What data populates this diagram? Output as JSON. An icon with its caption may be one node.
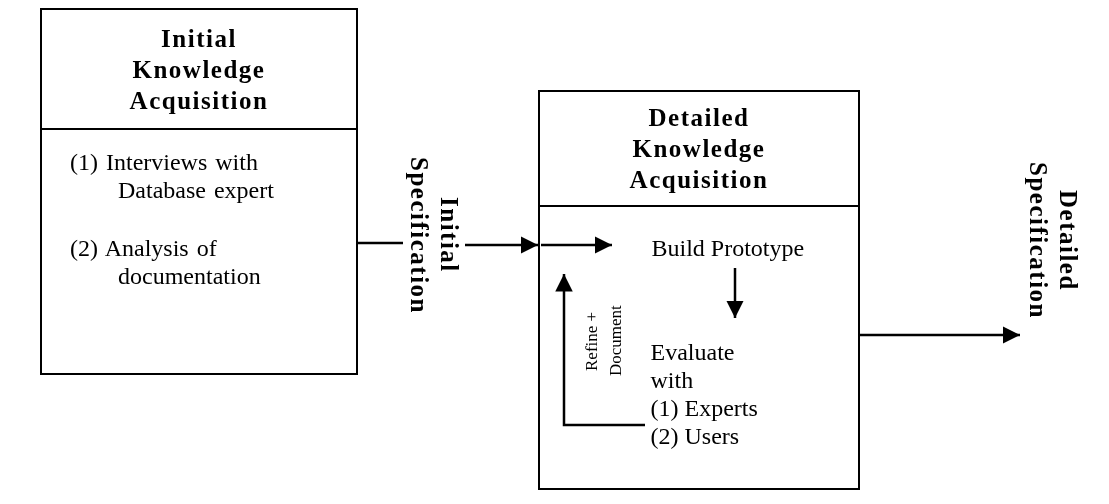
{
  "diagram": {
    "nodes": [
      {
        "text": [
          "Initial Knowledge Acquisition",
          "(1) Interviews with Database expert",
          "(2) Analysis of documentation"
        ]
      },
      {
        "text": [
          "Initial Specification"
        ]
      },
      {
        "text": [
          "Detailed Knowledge Acquisition"
        ]
      },
      {
        "text": [
          "Build Prototype"
        ],
        "in": 2
      },
      {
        "text": [
          "Evaluate with",
          "(1) Experts",
          "(2) Users"
        ],
        "in": 2
      },
      {
        "text": [
          "Detailed Specification"
        ]
      }
    ],
    "edges": [
      {
        "from": 0,
        "to": 1,
        "arrow": "none"
      },
      {
        "from": 1,
        "to": 2,
        "arrow": "to"
      },
      {
        "from": null,
        "to": 3,
        "arrow": "to"
      },
      {
        "from": 3,
        "to": 4,
        "arrow": "to"
      },
      {
        "from": 4,
        "to": null,
        "arrow": "to",
        "label": "Refine + Document"
      },
      {
        "from": 2,
        "to": 5,
        "arrow": "to"
      }
    ]
  }
}
